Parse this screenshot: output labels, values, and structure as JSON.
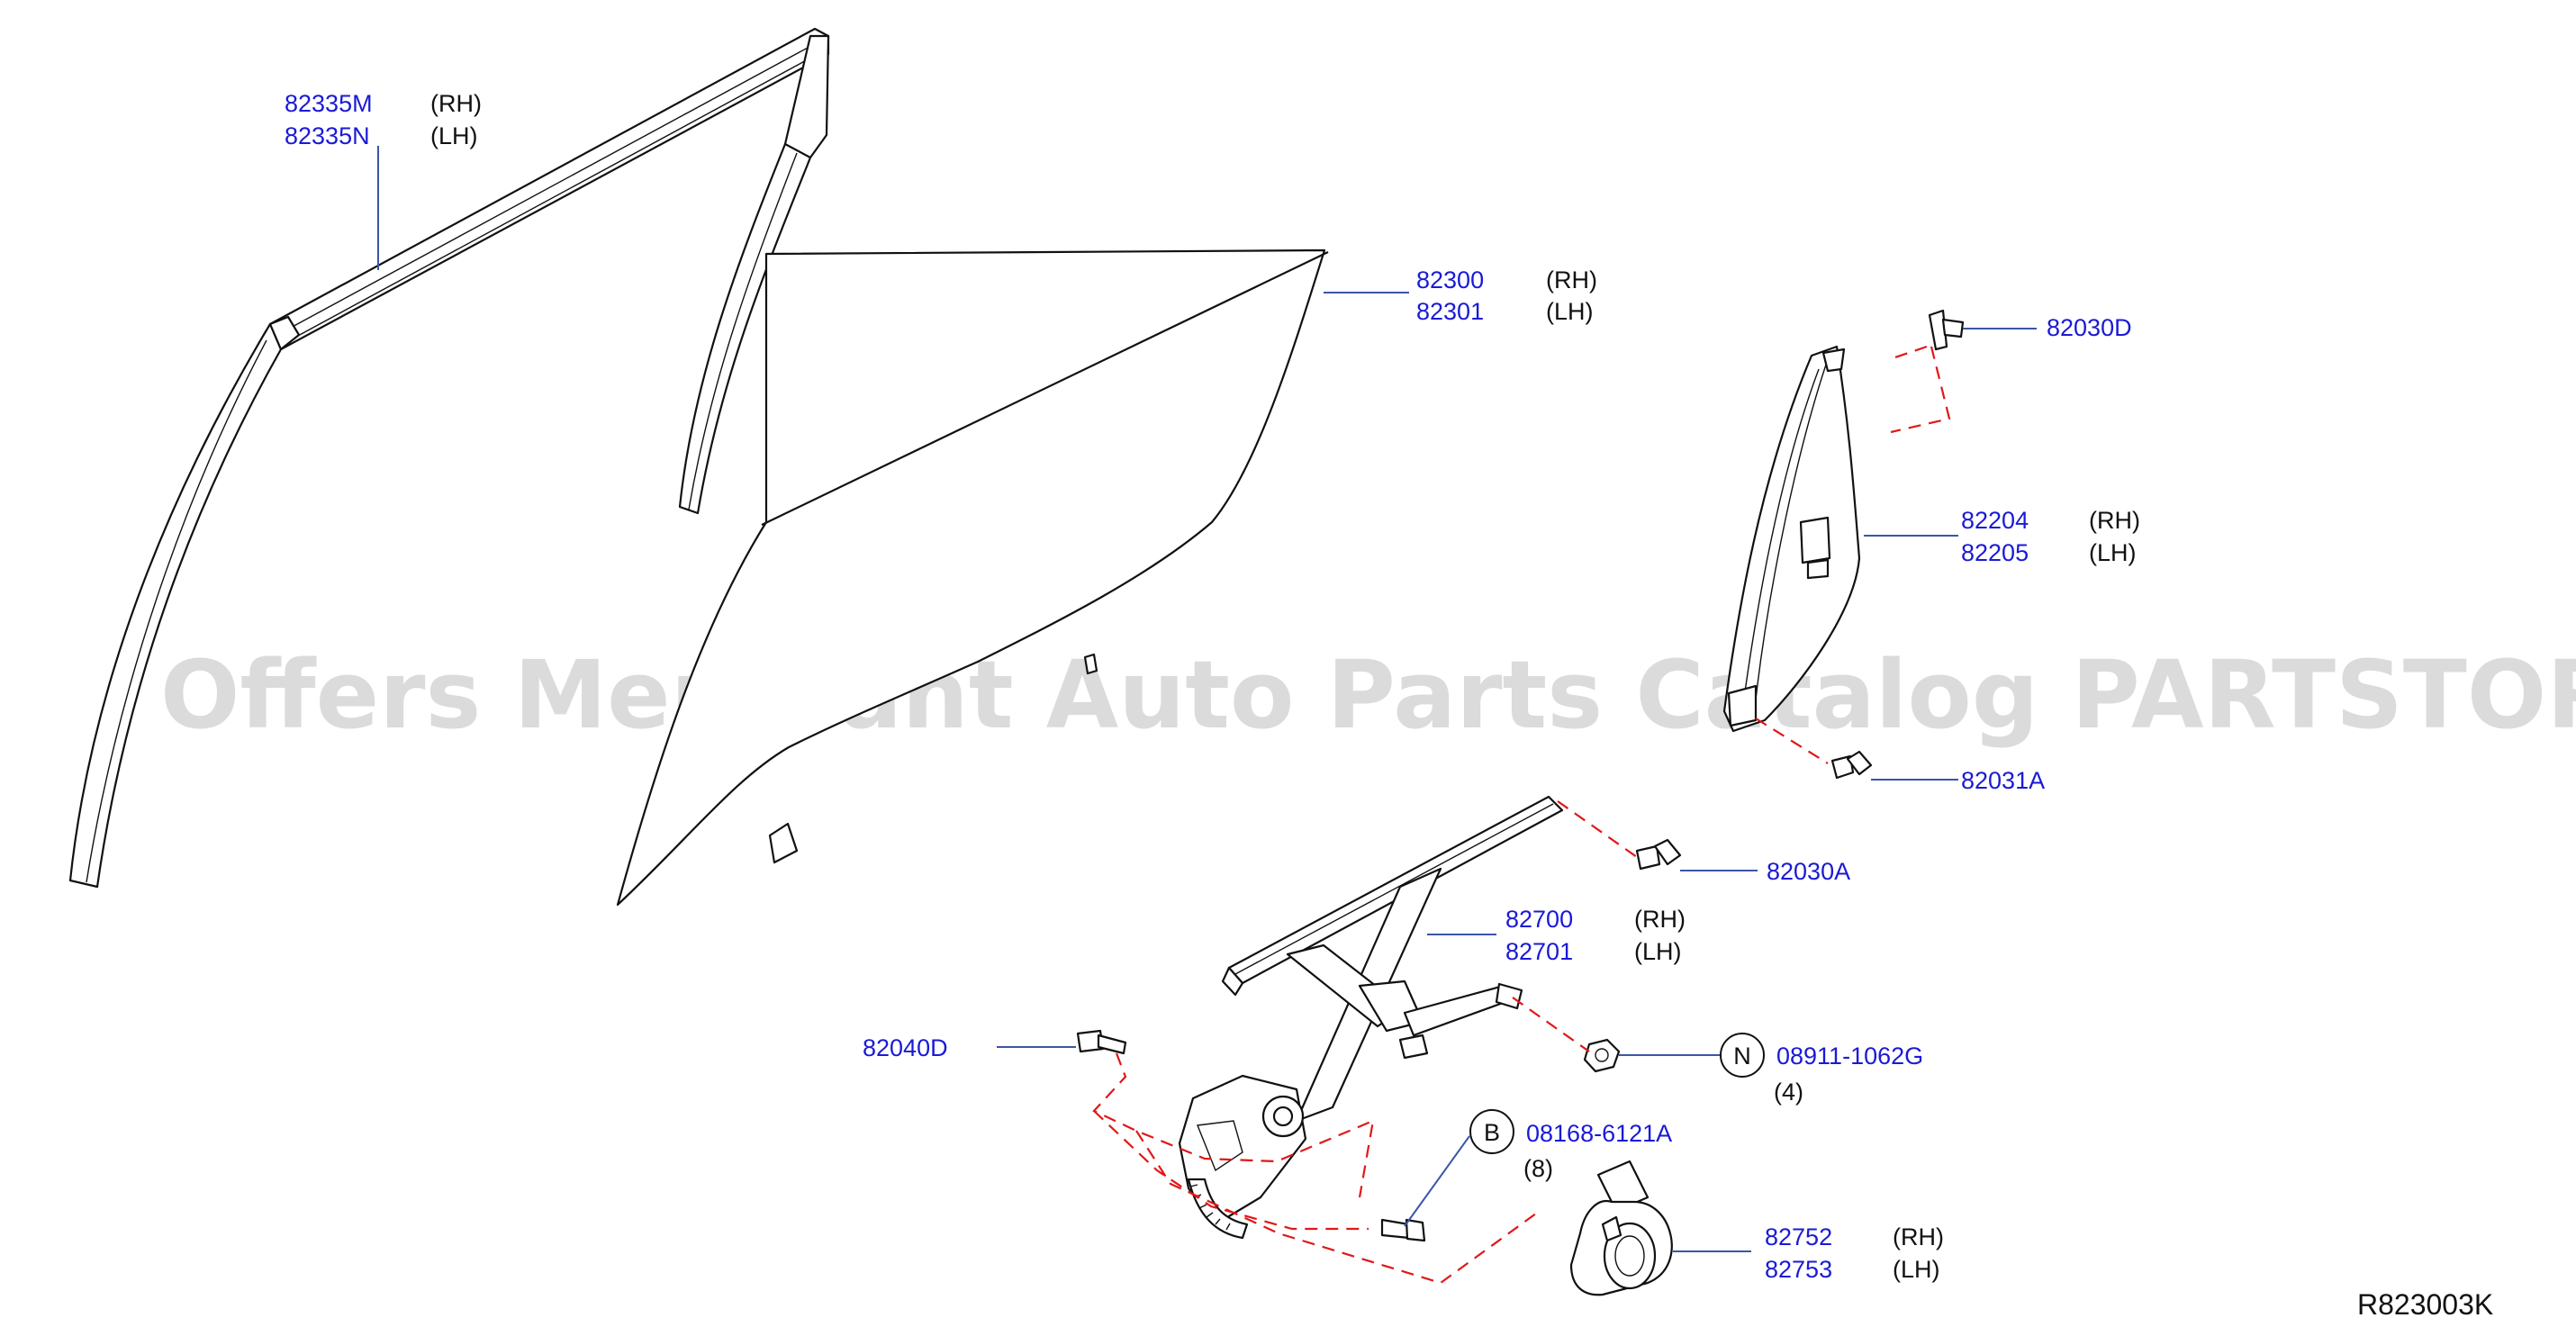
{
  "watermark": "Offers Merchant Auto Parts Catalog PARTSTORE.SA",
  "diagram_code": "R823003K",
  "labels": {
    "sash": {
      "part_rh": "82335M",
      "part_lh": "82335N",
      "rh": "(RH)",
      "lh": "(LH)"
    },
    "glass": {
      "part_rh": "82300",
      "part_lh": "82301",
      "rh": "(RH)",
      "lh": "(LH)"
    },
    "clip_d": {
      "part": "82030D"
    },
    "partition": {
      "part_rh": "82204",
      "part_lh": "82205",
      "rh": "(RH)",
      "lh": "(LH)"
    },
    "bolt_82031a": {
      "part": "82031A"
    },
    "bolt_82030a": {
      "part": "82030A"
    },
    "regulator": {
      "part_rh": "82700",
      "part_lh": "82701",
      "rh": "(RH)",
      "lh": "(LH)"
    },
    "bolt_82040d": {
      "part": "82040D"
    },
    "nut": {
      "symbol": "N",
      "part": "08911-1062G",
      "qty": "(4)"
    },
    "bolt_b": {
      "symbol": "B",
      "part": "08168-6121A",
      "qty": "(8)"
    },
    "motor": {
      "part_rh": "82752",
      "part_lh": "82753",
      "rh": "(RH)",
      "lh": "(LH)"
    }
  },
  "colors": {
    "part_number": "#1a1ad6",
    "leader": "#3b55a8",
    "guide_dash": "#e01818"
  }
}
